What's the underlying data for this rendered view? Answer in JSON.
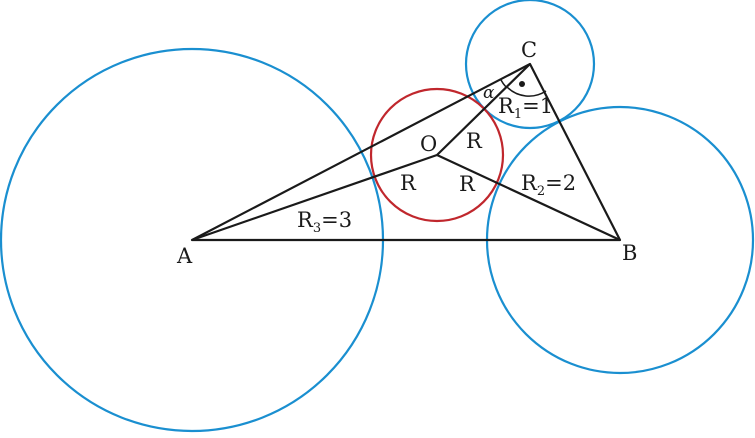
{
  "diagram": {
    "colors": {
      "outer_circle": "#1a8fd0",
      "inner_circle": "#c0272d",
      "lines": "#1a1a1a",
      "background": "#ffffff"
    },
    "points": {
      "A": "A",
      "B": "B",
      "C": "C",
      "O": "O"
    },
    "segment_labels": {
      "R_co": "R",
      "R_ao": "R",
      "R_bo": "R"
    },
    "radius_labels": {
      "r1": {
        "main": "R",
        "sub": "1",
        "value": "=1"
      },
      "r2": {
        "main": "R",
        "sub": "2",
        "value": "=2"
      },
      "r3": {
        "main": "R",
        "sub": "3",
        "value": "=3"
      }
    },
    "angle_label": "α",
    "right_angle_marker": "dot"
  }
}
